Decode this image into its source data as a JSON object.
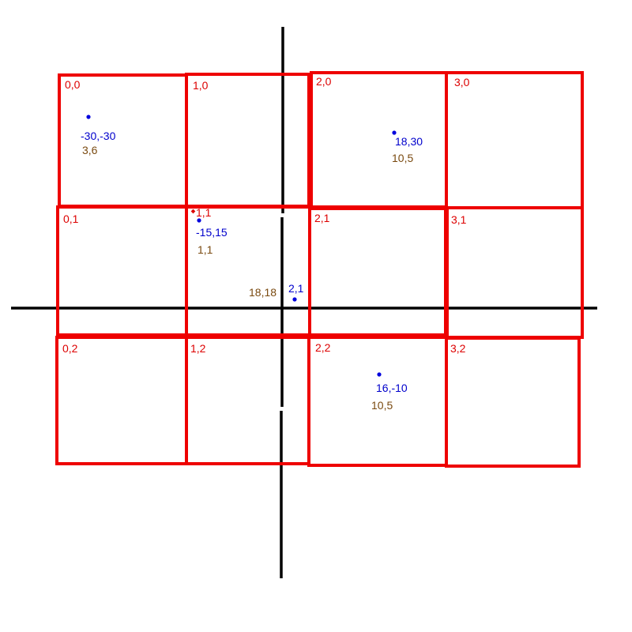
{
  "colors": {
    "cell_border": "#ee0000",
    "cell_label": "#dd0000",
    "axis": "#000000",
    "point": "#0000dd",
    "point_label": "#0000cc",
    "secondary_label": "#7a4a10"
  },
  "cells": [
    {
      "label": "0,0"
    },
    {
      "label": "1,0"
    },
    {
      "label": "2,0"
    },
    {
      "label": "3,0"
    },
    {
      "label": "0,1"
    },
    {
      "label": "1,1"
    },
    {
      "label": "2,1"
    },
    {
      "label": "3,1"
    },
    {
      "label": "0,2"
    },
    {
      "label": "1,2"
    },
    {
      "label": "2,2"
    },
    {
      "label": "3,2"
    }
  ],
  "points": [
    {
      "label": "-30,-30",
      "sub_label": "3,6"
    },
    {
      "label": "18,30",
      "sub_label": "10,5"
    },
    {
      "label": "-15,15",
      "sub_label": "1,1"
    },
    {
      "label": "2,1",
      "sub_label": "18,18"
    },
    {
      "label": "16,-10",
      "sub_label": "10,5"
    }
  ]
}
